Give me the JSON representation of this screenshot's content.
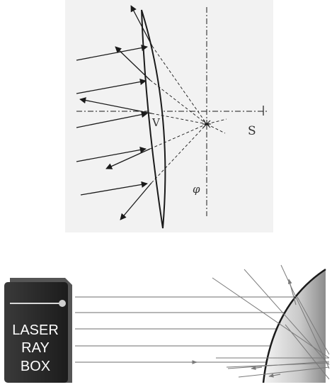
{
  "top_diagram": {
    "label_vertex": "V",
    "label_focus_axis": "S",
    "label_phi": "φ"
  },
  "bottom_diagram": {
    "box_lines": [
      "LASER",
      "RAY",
      "BOX"
    ]
  },
  "colors": {
    "panel_bg": "#f2f2f2",
    "ink": "#1a1a1a",
    "box_dark": "#2a2a2a",
    "ray_gray": "#8a8a8a"
  }
}
